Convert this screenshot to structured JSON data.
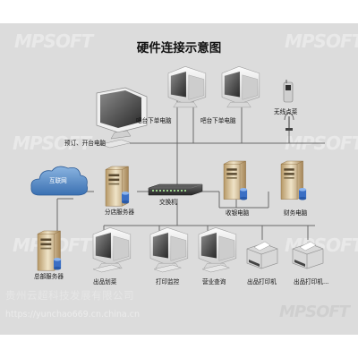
{
  "diagram": {
    "title": "硬件连接示意图",
    "watermark": "MPSOFT",
    "footer_company": "贵州云超科技发展有限公司",
    "footer_url": "https://yunchao669.cn.china.cn",
    "colors": {
      "panel": "#dcdcdc",
      "line": "#6a6a6a",
      "cloud": "#4e88c8"
    },
    "nodes": {
      "bar_pc_1": "吧台下单电脑",
      "bar_pc_2": "吧台下单电脑",
      "wireless_order": "无线点菜",
      "reservation_pc": "预订、开台电脑",
      "internet": "互联网",
      "branch_server": "分店服务器",
      "switch": "交换机",
      "cashier_pc": "收银电脑",
      "finance_pc": "财务电脑",
      "hq_server": "总部服务器",
      "dish_pc": "出品划菜",
      "print_monitor": "打印监控",
      "business_query": "营业查询",
      "printer_1": "出品打印机",
      "printer_2": "出品打印机..."
    }
  }
}
